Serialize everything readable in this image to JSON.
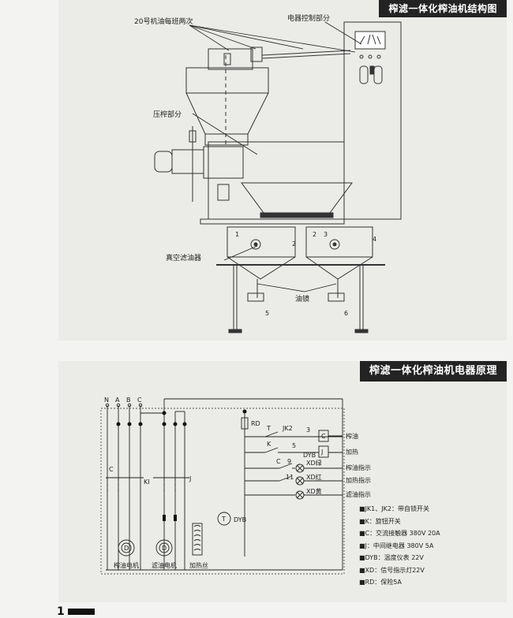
{
  "structure": {
    "title": "榨滤一体化榨油机结构图",
    "labels": {
      "oil_cup": "20号机油每班两次",
      "electrical": "电器控制部分",
      "press": "压榨部分",
      "vacuum_filter": "真空滤油器",
      "oil_mirror": "油镜"
    },
    "numbers": [
      "1",
      "2",
      "2",
      "3",
      "4",
      "5",
      "6"
    ]
  },
  "circuit": {
    "title": "榨滤一体化榨油机电器原理",
    "phases": [
      "N",
      "A",
      "B",
      "C"
    ],
    "components": {
      "rd": "RD",
      "jk2": "JK2",
      "t": "T",
      "k": "K",
      "c_left": "C",
      "ki": "KI",
      "j_left": "J",
      "num3": "3",
      "num5": "5",
      "num9": "9",
      "num11": "11",
      "c_mid": "C",
      "dyb_small": "DYB",
      "box_c": "C",
      "box_j": "J",
      "xd_green": "XD绿",
      "xd_red": "XD红",
      "xd_yellow": "XD黄",
      "t_circle": "T",
      "dyb": "DYB",
      "m_symbol": "D"
    },
    "outputs": [
      "榨油",
      "加热",
      "榨油指示",
      "加热指示",
      "滤油指示"
    ],
    "motors": [
      "榨油电机",
      "滤油电机",
      "加热丝"
    ],
    "legend": [
      "■JK1、JK2：带自锁开关",
      "■K：旋钮开关",
      "■C：交流接触器 380V 20A",
      "■J：中间继电器 380V 5A",
      "■DYB：温度仪表 22V",
      "■XD：信号指示灯22V",
      "■RD：保险5A"
    ]
  },
  "page": {
    "number": "1"
  }
}
